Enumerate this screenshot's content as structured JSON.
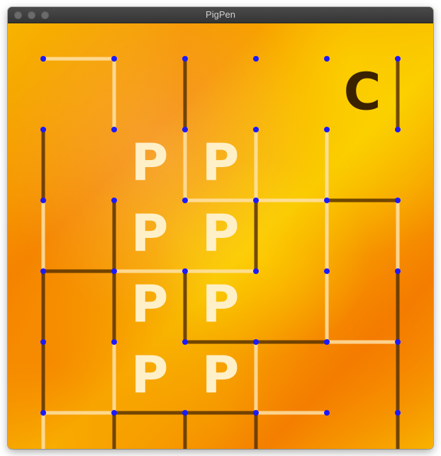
{
  "window": {
    "title": "PigPen"
  },
  "board": {
    "grid_size": 6,
    "colors": {
      "dot": "#1a1aff",
      "open_edge": "#ffe2a8",
      "claimed_edge": "#5a3400",
      "player_letter": "#fff0c8",
      "computer_letter": "#3a2200"
    },
    "hlines": [
      "1000010",
      "0000001",
      "0011111",
      "1110001",
      "0011101",
      "1111011",
      "0011001"
    ],
    "hclaimed": [
      "0000010",
      "0000001",
      "0000111",
      "1000001",
      "0011001",
      "0110001",
      "0011001"
    ],
    "vlines": [
      "011001",
      "101110",
      "110111",
      "111011",
      "110101",
      "111101"
    ],
    "vclaimed": [
      "001001",
      "100000",
      "011100",
      "111001",
      "100001",
      "011101"
    ],
    "boxes": [
      {
        "row": 0,
        "col": 4,
        "letter": "C",
        "owner": "computer"
      },
      {
        "row": 1,
        "col": 1,
        "letter": "P",
        "owner": "player"
      },
      {
        "row": 1,
        "col": 2,
        "letter": "P",
        "owner": "player"
      },
      {
        "row": 2,
        "col": 1,
        "letter": "P",
        "owner": "player"
      },
      {
        "row": 2,
        "col": 2,
        "letter": "P",
        "owner": "player"
      },
      {
        "row": 3,
        "col": 1,
        "letter": "P",
        "owner": "player"
      },
      {
        "row": 3,
        "col": 2,
        "letter": "P",
        "owner": "player"
      },
      {
        "row": 4,
        "col": 1,
        "letter": "P",
        "owner": "player"
      },
      {
        "row": 4,
        "col": 2,
        "letter": "P",
        "owner": "player"
      }
    ]
  }
}
